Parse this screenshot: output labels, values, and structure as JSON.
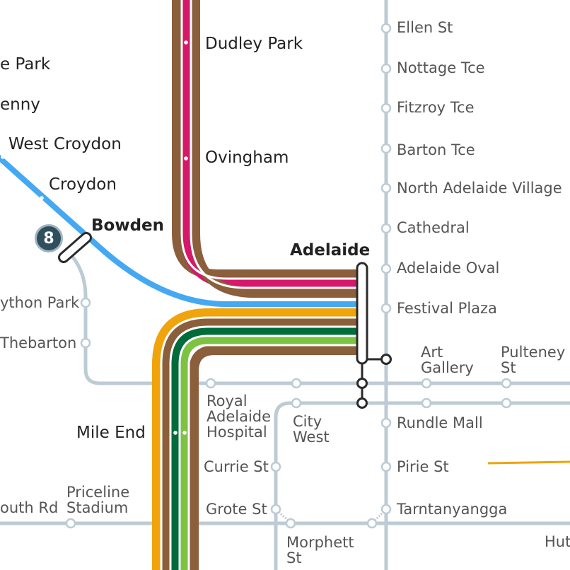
{
  "colors": {
    "tram_grey": "#bccbd4",
    "outer_harbor": "#8b5e3c",
    "gawler": "#d6186a",
    "belair": "#f0a30a",
    "grange": "#006b3b",
    "seaford": "#7dc243",
    "bus_blue": "#45a8f2",
    "station_marker": "#2a2a2a"
  },
  "route_badge": "8",
  "stations": {
    "dudley_park": "Dudley Park",
    "ovingham": "Ovingham",
    "west_croydon": "West Croydon",
    "croydon": "Croydon",
    "bowden": "Bowden",
    "adelaide": "Adelaide",
    "mile_end": "Mile End",
    "e_park": "e Park",
    "kenny": "enny",
    "brompton_park": "ython Park",
    "thebarton": "Thebarton",
    "royal_adelaide_hospital": "Royal Adelaide Hospital",
    "city_west": "City West",
    "currie_st": "Currie St",
    "grote_st": "Grote St",
    "south_rd": "outh Rd",
    "priceline_stadium": "Priceline Stadium",
    "morphett_st": "Morphett St",
    "ellen_st": "Ellen St",
    "nottage_tce": "Nottage Tce",
    "fitzroy_tce": "Fitzroy Tce",
    "barton_tce": "Barton Tce",
    "north_adelaide_village": "North Adelaide Village",
    "cathedral": "Cathedral",
    "adelaide_oval": "Adelaide Oval",
    "festival_plaza": "Festival Plaza",
    "art_gallery": "Art Gallery",
    "pulteney_st": "Pulteney St",
    "rundle_mall": "Rundle Mall",
    "pirie_st": "Pirie St",
    "tarntanyangga": "Tarntanyangga",
    "hut": "Hut"
  }
}
